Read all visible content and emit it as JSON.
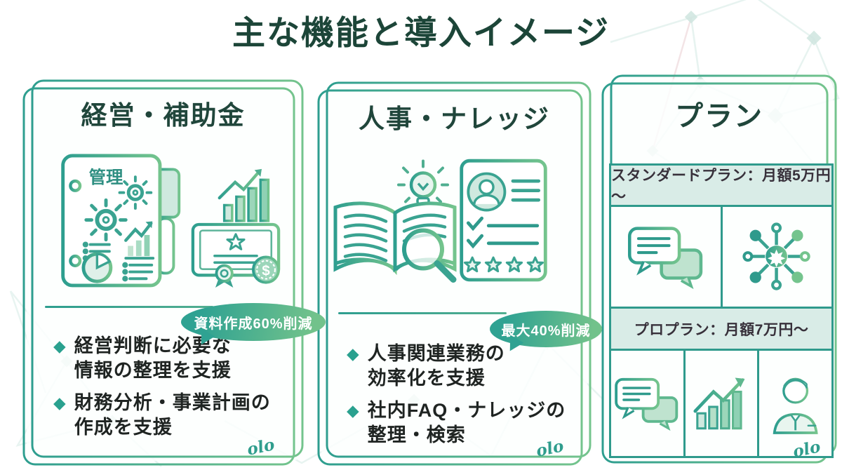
{
  "title": "主な機能と導入イメージ",
  "watermark": "olo",
  "colors": {
    "teal": "#2E9E8F",
    "green": "#6CC08A",
    "dark_green_text": "#1D4639",
    "body_text": "#1F2422",
    "plan_row_bg": "#D9ECE7",
    "badge_text_color": "#FFFFFF"
  },
  "panels": [
    {
      "header": "経営・補助金",
      "icons": [
        "management-binder-icon",
        "certificate-award-icon"
      ],
      "binder_label": "管理",
      "coin_symbol": "$",
      "badge": "資料作成60%削減",
      "bullets": [
        {
          "text": "経営判断に必要な\n情報の整理を支援"
        },
        {
          "text": "財務分析・事業計画の\n作成を支援"
        }
      ]
    },
    {
      "header": "人事・ナレッジ",
      "icons": [
        "knowledge-book-icon",
        "resume-profile-icon"
      ],
      "badge": "最大40%削減",
      "bullets": [
        {
          "text": "人事関連業務の\n効率化を支援"
        },
        {
          "text": "社内FAQ・ナレッジの\n整理・検索"
        }
      ]
    },
    {
      "header": "プラン",
      "plans": [
        {
          "label": "スタンダードプラン：月額5万円～",
          "icons": [
            "chat-bubbles-icon",
            "network-hub-icon"
          ]
        },
        {
          "label": "プロプラン：月額7万円～",
          "icons": [
            "chat-bubbles-icon",
            "growth-chart-icon",
            "consultant-icon"
          ]
        }
      ]
    }
  ]
}
